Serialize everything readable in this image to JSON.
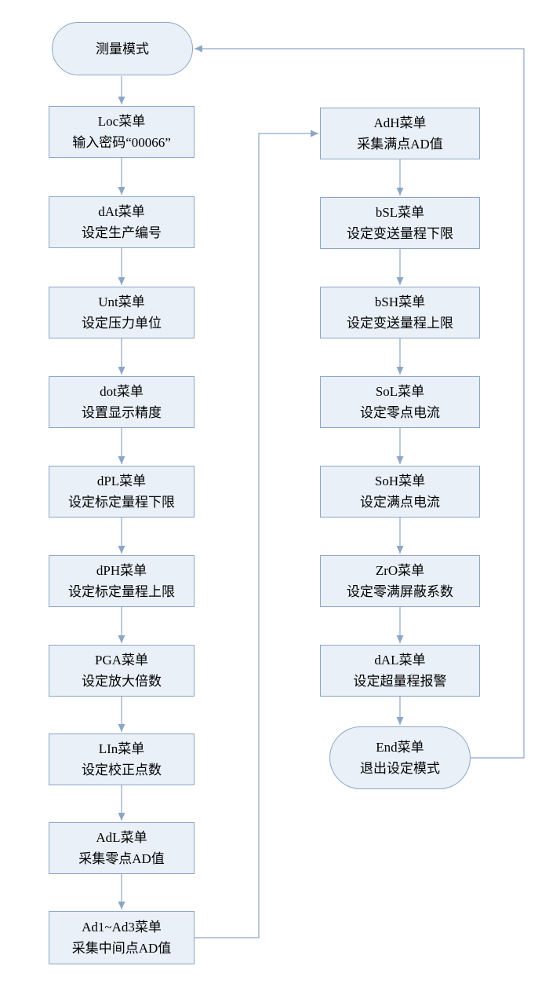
{
  "diagram": {
    "type": "flowchart",
    "colors": {
      "background": "#FFFFFF",
      "node_fill": "#E9F0F8",
      "node_border": "#8CA6C6",
      "connector": "#8CA6C6",
      "text": "#000000"
    },
    "start_node": {
      "title": "测量模式"
    },
    "left_column": [
      {
        "title": "Loc菜单",
        "subtitle": "输入密码“00066”"
      },
      {
        "title": "dAt菜单",
        "subtitle": "设定生产编号"
      },
      {
        "title": "Unt菜单",
        "subtitle": "设定压力单位"
      },
      {
        "title": "dot菜单",
        "subtitle": "设置显示精度"
      },
      {
        "title": "dPL菜单",
        "subtitle": "设定标定量程下限"
      },
      {
        "title": "dPH菜单",
        "subtitle": "设定标定量程上限"
      },
      {
        "title": "PGA菜单",
        "subtitle": "设定放大倍数"
      },
      {
        "title": "LIn菜单",
        "subtitle": "设定校正点数"
      },
      {
        "title": "AdL菜单",
        "subtitle": "采集零点AD值"
      },
      {
        "title": "Ad1~Ad3菜单",
        "subtitle": "采集中间点AD值"
      }
    ],
    "right_column": [
      {
        "title": "AdH菜单",
        "subtitle": "采集满点AD值"
      },
      {
        "title": "bSL菜单",
        "subtitle": "设定变送量程下限"
      },
      {
        "title": "bSH菜单",
        "subtitle": "设定变送量程上限"
      },
      {
        "title": "SoL菜单",
        "subtitle": "设定零点电流"
      },
      {
        "title": "SoH菜单",
        "subtitle": "设定满点电流"
      },
      {
        "title": "ZrO菜单",
        "subtitle": "设定零满屏蔽系数"
      },
      {
        "title": "dAL菜单",
        "subtitle": "设定超量程报警"
      }
    ],
    "end_node": {
      "title": "End菜单",
      "subtitle": "退出设定模式"
    }
  }
}
